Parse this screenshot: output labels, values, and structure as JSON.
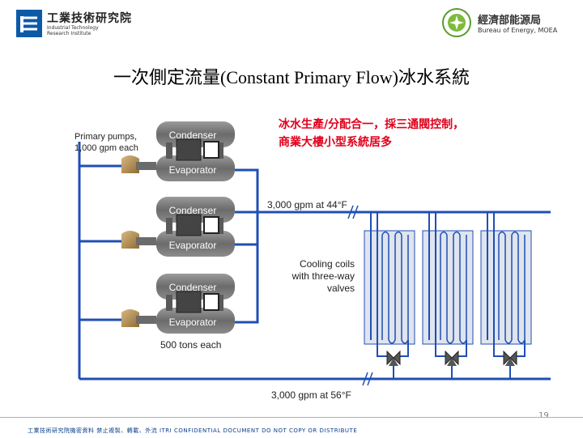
{
  "header": {
    "itri_name": "工業技術研究院",
    "itri_name_en_1": "Industrial Technology",
    "itri_name_en_2": "Research Institute",
    "boe_name": "經濟部能源局",
    "boe_name_en": "Bureau of Energy, MOEA"
  },
  "title": "一次側定流量(Constant Primary Flow)冰水系統",
  "note": {
    "line1": "冰水生產/分配合一，採三通閥控制，",
    "line2": "商業大樓小型系統居多"
  },
  "diagram": {
    "pumps_label_1": "Primary pumps,",
    "pumps_label_2": "1,000 gpm each",
    "chillers": [
      {
        "condenser": "Condenser",
        "evaporator": "Evaporator"
      },
      {
        "condenser": "Condenser",
        "evaporator": "Evaporator"
      },
      {
        "condenser": "Condenser",
        "evaporator": "Evaporator"
      }
    ],
    "chiller_capacity": "500 tons each",
    "supply_label": "3,000 gpm at 44°F",
    "return_label": "3,000 gpm at 56°F",
    "coils_label_1": "Cooling coils",
    "coils_label_2": "with three-way",
    "coils_label_3": "valves",
    "colors": {
      "pipe": "#1f4fb4",
      "unit": "#6f6f6f",
      "pump": "#b08b4d",
      "coil_fill": "#dfe4ee"
    }
  },
  "page_number": "19",
  "footer": "工業技術研究院機密資料 禁止複製、轉載、外流  ITRI CONFIDENTIAL DOCUMENT DO NOT COPY OR DISTRIBUTE"
}
